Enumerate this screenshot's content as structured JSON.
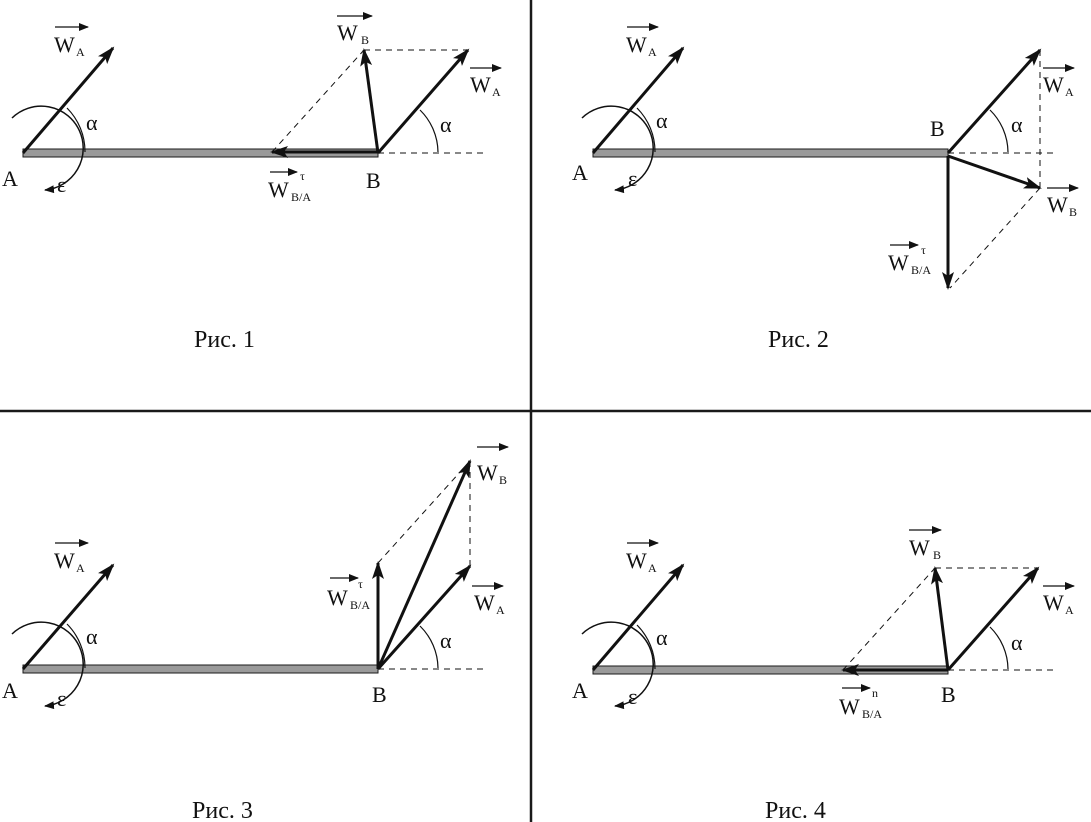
{
  "captions": {
    "fig1": "Рис. 1",
    "fig2": "Рис. 2",
    "fig3": "Рис. 3",
    "fig4": "Рис. 4"
  },
  "points": {
    "A": "A",
    "B": "B"
  },
  "greek": {
    "alpha": "α",
    "epsilon": "ε"
  },
  "vector_letter": "W",
  "subscripts": {
    "A": "A",
    "B": "B",
    "BA": "B/A"
  },
  "superscripts": {
    "tau": "τ",
    "n": "n"
  },
  "colors": {
    "rod": "#9a9a9a",
    "rod_stroke": "#1a1a1a",
    "lines": "#111111",
    "dividers": "#1a1a1a"
  }
}
